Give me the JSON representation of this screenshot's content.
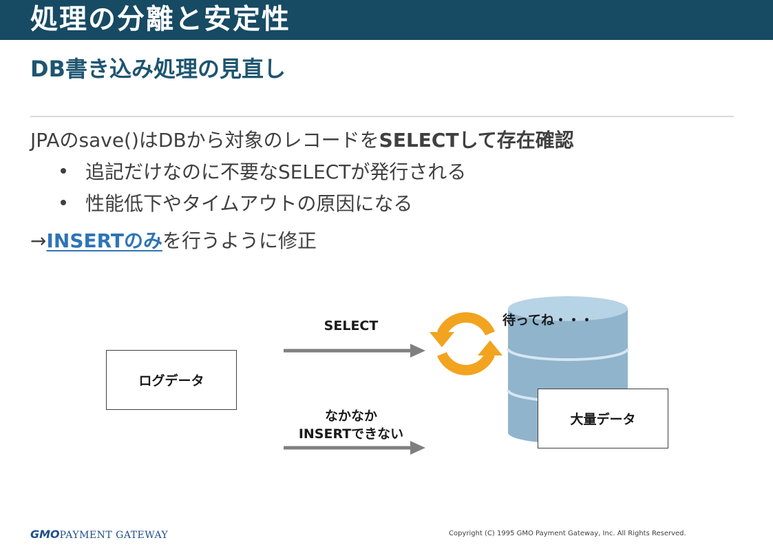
{
  "slide": {
    "title": "処理の分離と安定性",
    "subtitle": "DB書き込み処理の見直し"
  },
  "body": {
    "line1_prefix": "JPAのsave()はDBから対象のレコードを",
    "line1_bold": "SELECTして存在確認",
    "bullets": [
      "追記だけなのに不要なSELECTが発行される",
      "性能低下やタイムアウトの原因になる"
    ],
    "line4_arrow": "→",
    "line4_accent": "INSERTのみ",
    "line4_suffix": "を行うように修正"
  },
  "diagram": {
    "log_box_label": "ログデータ",
    "bulk_box_label": "大量データ",
    "select_label": "SELECT",
    "insert_label_line1": "なかなか",
    "insert_label_line2": "INSERTできない",
    "wait_label": "待ってね・・・",
    "sync_icon": "sync-icon",
    "database_icon": "database-cylinder-icon"
  },
  "footer": {
    "logo_gmo": "GMO",
    "logo_rest": "PAYMENT GATEWAY",
    "copyright": "Copyright (C) 1995 GMO Payment Gateway, Inc. All Rights Reserved."
  },
  "colors": {
    "title_bar": "#174a63",
    "subtitle": "#1f5570",
    "accent_link": "#2e75b6",
    "arrow": "#7f7f7f",
    "sync_orange": "#f2a31f",
    "db_body": "#8fb4cc",
    "db_top": "#b7d3e6"
  }
}
